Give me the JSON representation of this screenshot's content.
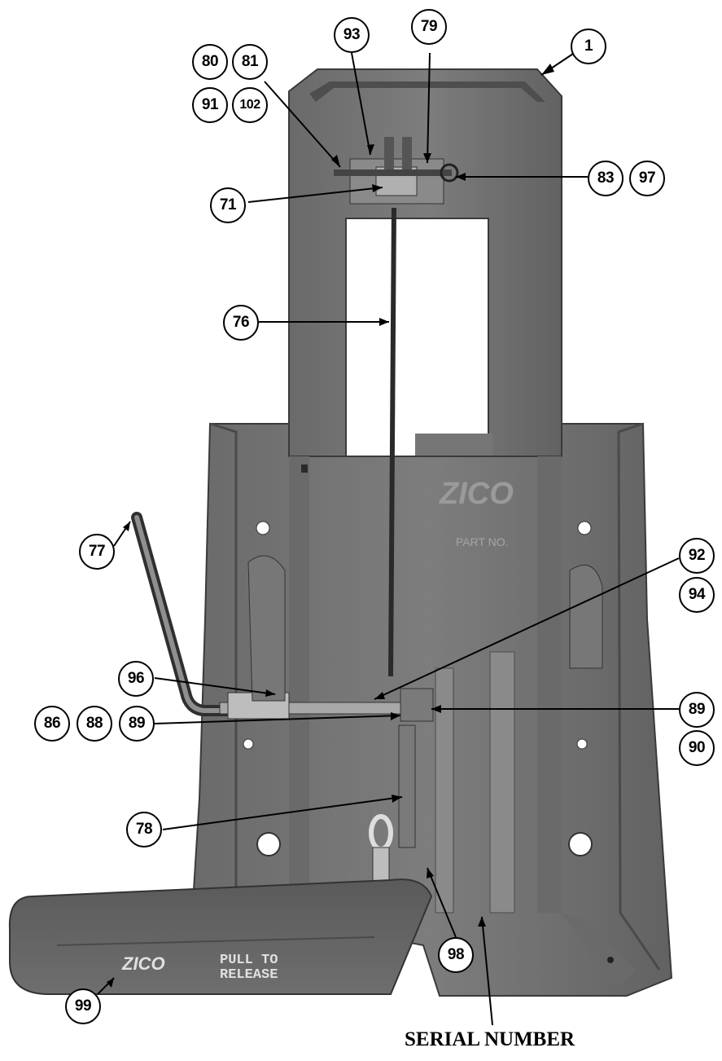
{
  "diagram": {
    "callouts": [
      "1",
      "93",
      "79",
      "80",
      "81",
      "91",
      "102",
      "83",
      "97",
      "71",
      "76",
      "77",
      "92",
      "94",
      "96",
      "89",
      "86",
      "88",
      "89",
      "90",
      "78",
      "98",
      "99"
    ],
    "serial_label": "SERIAL NUMBER",
    "logo_text": "ZICO",
    "strap_text_line1": "PULL TO",
    "strap_text_line2": "RELEASE",
    "plate_text": [
      "ZICO",
      "PART NO."
    ]
  },
  "colors": {
    "metal_dark": "#5e5e5e",
    "metal_mid": "#7a7a7a",
    "metal_light": "#9a9a9a",
    "outline": "#000000"
  }
}
